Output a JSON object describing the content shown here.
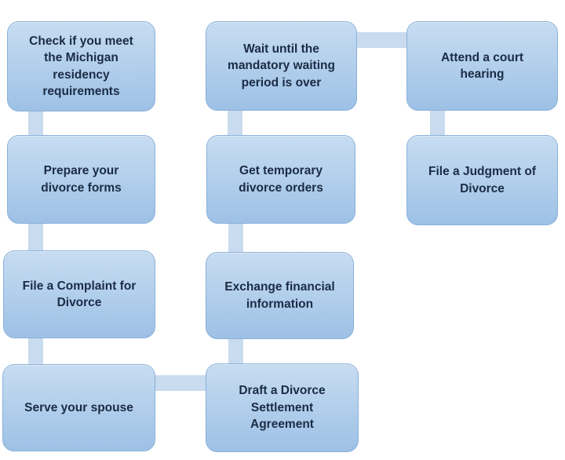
{
  "diagram": {
    "type": "flowchart",
    "background_color": "#ffffff",
    "node_fill_top": "#c7dcf1",
    "node_fill_bottom": "#9dc1e6",
    "node_border_color": "#8ab0d8",
    "connector_color": "#c9dbee",
    "text_color": "#1b2b45",
    "nodes": [
      {
        "id": "check-residency",
        "label": "Check if you meet\nthe Michigan\nresidency\nrequirements"
      },
      {
        "id": "prepare-forms",
        "label": "Prepare your\ndivorce forms"
      },
      {
        "id": "file-complaint",
        "label": "File a Complaint for\nDivorce"
      },
      {
        "id": "serve-spouse",
        "label": "Serve your spouse"
      },
      {
        "id": "wait-mandatory-period",
        "label": "Wait until the\nmandatory waiting\nperiod is over"
      },
      {
        "id": "get-temporary-orders",
        "label": "Get temporary\ndivorce orders"
      },
      {
        "id": "exchange-financial-information",
        "label": "Exchange financial\ninformation"
      },
      {
        "id": "draft-settlement-agreement",
        "label": "Draft a Divorce\nSettlement\nAgreement"
      },
      {
        "id": "attend-court-hearing",
        "label": "Attend a court\nhearing"
      },
      {
        "id": "file-judgment",
        "label": "File a Judgment of\nDivorce"
      }
    ],
    "edges": [
      [
        "check-residency",
        "prepare-forms"
      ],
      [
        "prepare-forms",
        "file-complaint"
      ],
      [
        "file-complaint",
        "serve-spouse"
      ],
      [
        "serve-spouse",
        "draft-settlement-agreement"
      ],
      [
        "draft-settlement-agreement",
        "exchange-financial-information"
      ],
      [
        "exchange-financial-information",
        "get-temporary-orders"
      ],
      [
        "get-temporary-orders",
        "wait-mandatory-period"
      ],
      [
        "wait-mandatory-period",
        "attend-court-hearing"
      ],
      [
        "attend-court-hearing",
        "file-judgment"
      ]
    ]
  }
}
